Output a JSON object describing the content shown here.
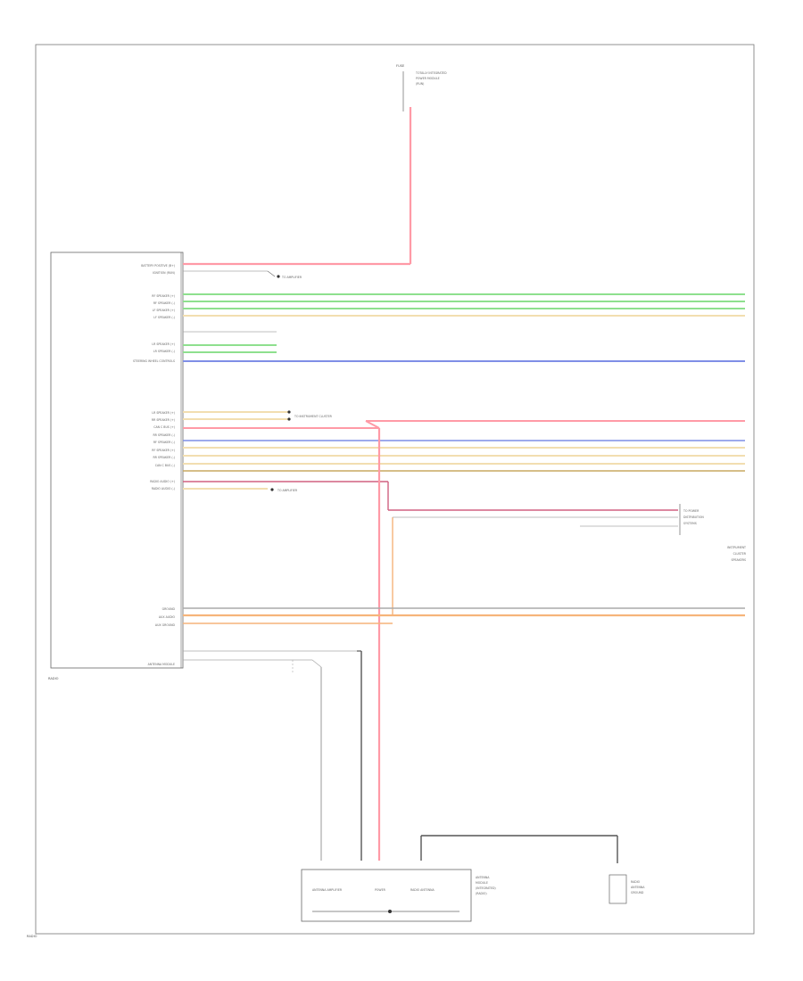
{
  "module": {
    "pin_labels": [
      "BATTERY POSITIVE (B+)",
      "IGNITION (RUN)",
      "",
      "RF SPEAKER (+)",
      "RF SPEAKER (-)",
      "LF SPEAKER (+)",
      "LF SPEAKER (-)",
      "",
      "LR SPEAKER (+)",
      "LR SPEAKER (-)",
      "STEERING WHEEL CONTROLS",
      "",
      "",
      "",
      "LR SPEAKER (+)",
      "RR SPEAKER (+)",
      "CAN C BUS (+)",
      "RR SPEAKER (-)",
      "RF SPEAKER (-)",
      "RF SPEAKER (+)",
      "RR SPEAKER (-)",
      "CAN C BUS (-)",
      "RADIO AUDIO (+)",
      "RADIO AUDIO (-)",
      "",
      "",
      "",
      "GROUND",
      "AUX AUDIO",
      "AUX GROUND"
    ],
    "caption": "ANTENNA MODULE",
    "name": "RADIO"
  },
  "colors": {
    "red": "#ff9aa6",
    "green": "#8ee08e",
    "blue": "#7f8ee6",
    "orange": "#f6b47a",
    "beige": "#f2deb0",
    "gray": "#aaaaaa",
    "dark": "#555555"
  },
  "top_fuse": {
    "title": "FUSE",
    "lines": [
      "TOTALLY INTEGRATED",
      "POWER MODULE",
      "(RUN)"
    ]
  },
  "right_connector": {
    "lines": [
      "TO POWER",
      "DISTRIBUTION",
      "SYSTEMS"
    ]
  },
  "right_module": {
    "lines": [
      "INSTRUMENT",
      "CLUSTER",
      "SPEAKERS"
    ]
  },
  "splice_notes": {
    "upper": "TO AMPLIFIER",
    "middle": "TO INSTRUMENT CLUSTER",
    "lower": "TO AMPLIFIER"
  },
  "bottom_module": {
    "left": "ANTENNA AMPLIFIER",
    "center": "POWER",
    "right": "RADIO ANTENNA",
    "side_lines": [
      "ANTENNA",
      "MODULE",
      "(INTEGRATED)",
      "(RADIO)"
    ]
  },
  "bottom_right": {
    "lines": [
      "RADIO",
      "ANTENNA",
      "GROUND"
    ]
  },
  "footer": "RADIO"
}
